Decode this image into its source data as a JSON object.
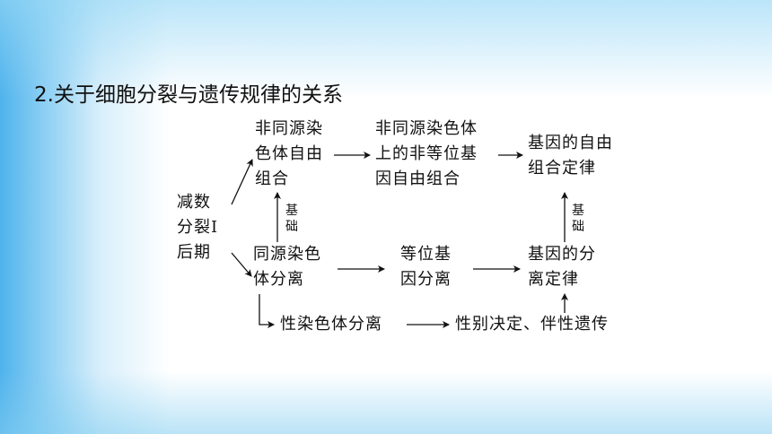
{
  "title": "2.关于细胞分裂与遗传规律的关系",
  "nodes": {
    "meiosis": "减数\n分裂Ⅰ\n后期",
    "nonhomologous_free_combination": "非同源染\n色体自由\n组合",
    "nonallelic_free_combination": "非同源染色体\n上的非等位基\n因自由组合",
    "independent_assortment_law": "基因的自由\n组合定律",
    "homologous_separation": "同源染色\n体分离",
    "allele_separation": "等位基\n因分离",
    "segregation_law": "基因的分\n离定律",
    "sex_chromosome_separation": "性染色体分离",
    "sex_determination_inheritance": "性别决定、伴性遗传"
  },
  "basis_labels": {
    "left": "基\n础",
    "right": "基\n础"
  }
}
